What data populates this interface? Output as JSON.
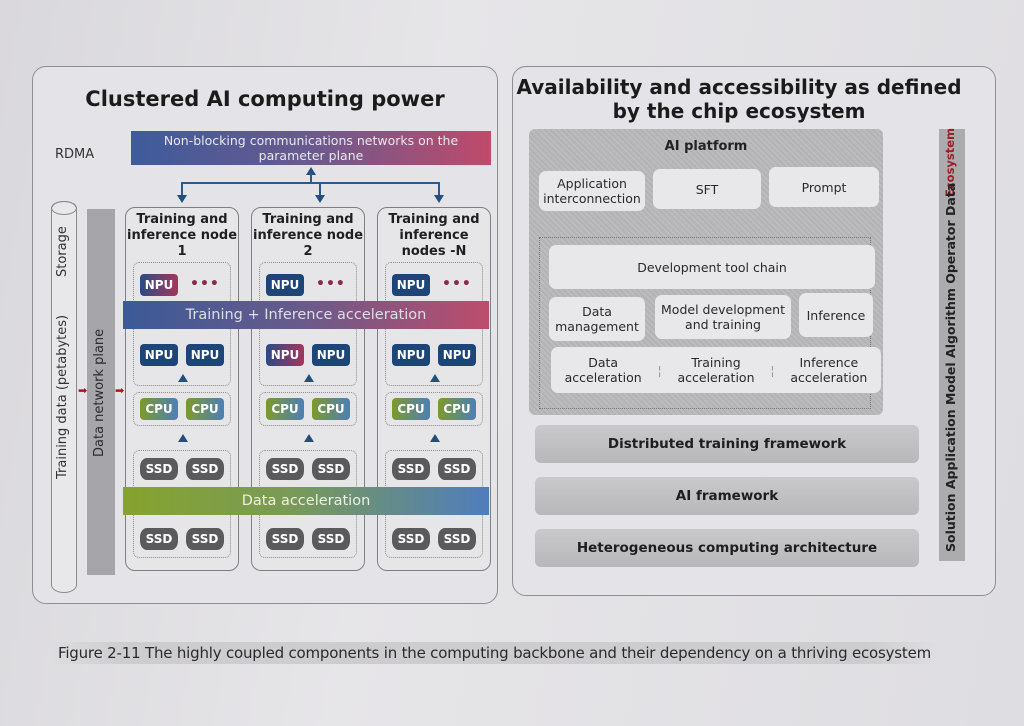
{
  "left": {
    "title": "Clustered AI computing power",
    "rdma_label": "RDMA",
    "parameter_network": "Non-blocking communications networks on the parameter plane",
    "storage_label": "Storage",
    "training_data_label": "Training data (petabytes)",
    "data_network_label": "Data network plane",
    "accel_bar": "Training + Inference acceleration",
    "data_accel_bar": "Data acceleration",
    "dots": "•••",
    "nodes": [
      {
        "title": "Training and inference node 1",
        "npu_top": "NPU",
        "npu_a": "NPU",
        "npu_b": "NPU",
        "cpu_a": "CPU",
        "cpu_b": "CPU",
        "ssd": [
          "SSD",
          "SSD",
          "SSD",
          "SSD"
        ]
      },
      {
        "title": "Training and inference node 2",
        "npu_top": "NPU",
        "npu_a": "NPU",
        "npu_b": "NPU",
        "cpu_a": "CPU",
        "cpu_b": "CPU",
        "ssd": [
          "SSD",
          "SSD",
          "SSD",
          "SSD"
        ]
      },
      {
        "title": "Training and inference nodes -N",
        "npu_top": "NPU",
        "npu_a": "NPU",
        "npu_b": "NPU",
        "cpu_a": "CPU",
        "cpu_b": "CPU",
        "ssd": [
          "SSD",
          "SSD",
          "SSD",
          "SSD"
        ]
      }
    ]
  },
  "right": {
    "title": "Availability and accessibility as defined by the chip ecosystem",
    "platform_label": "AI platform",
    "top_boxes": [
      "Application interconnection",
      "SFT",
      "Prompt"
    ],
    "toolchain": "Development tool chain",
    "mid_boxes": [
      "Data management",
      "Model development and training",
      "Inference"
    ],
    "accel_boxes": [
      "Data acceleration",
      "Training acceleration",
      "Inference acceleration"
    ],
    "layers": [
      "Distributed training framework",
      "AI framework",
      "Heterogeneous computing architecture"
    ],
    "ecosystem_label": "Ecosystem",
    "ecosystem_items": "Solution Application Model Algorithm Operator Data"
  },
  "caption": "Figure 2-11 The highly coupled components in the computing backbone and their dependency on a thriving ecosystem"
}
